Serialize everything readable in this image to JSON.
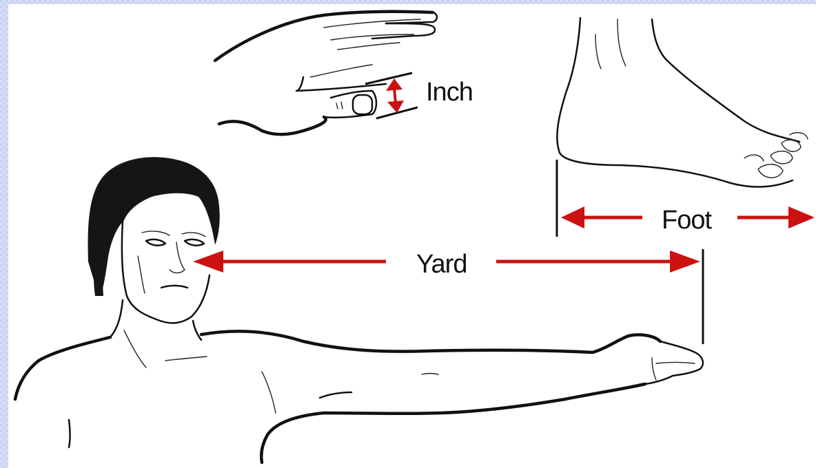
{
  "labels": {
    "inch": "Inch",
    "foot": "Foot",
    "yard": "Yard"
  },
  "colors": {
    "arrow": "#cc1111",
    "ink": "#111111",
    "background": "#c9d3f3",
    "panel": "#ffffff"
  }
}
